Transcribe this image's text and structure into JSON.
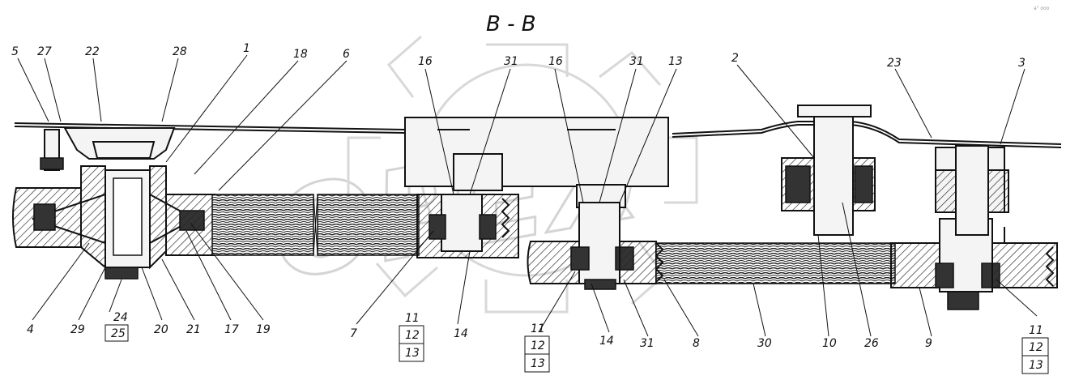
{
  "title": "B - B",
  "watermark": "OPEX",
  "corner_note": "a\" ooo",
  "callouts": {
    "top": [
      "5",
      "27",
      "22",
      "28",
      "1",
      "18",
      "6",
      "16",
      "31",
      "16",
      "31",
      "13",
      "2",
      "23",
      "3"
    ],
    "bottom": [
      "4",
      "29",
      "20",
      "21",
      "17",
      "19",
      "7",
      "14",
      "14",
      "31",
      "8",
      "30",
      "10",
      "26",
      "9"
    ],
    "stacked_a": [
      "24",
      "25"
    ],
    "stacked_b": [
      "11",
      "12",
      "13"
    ],
    "stacked_c": [
      "11",
      "12",
      "13"
    ],
    "stacked_d": [
      "11",
      "12",
      "13"
    ]
  },
  "colors": {
    "ink": "#111111",
    "watermark": "#d4d4d4",
    "paper": "#ffffff"
  }
}
